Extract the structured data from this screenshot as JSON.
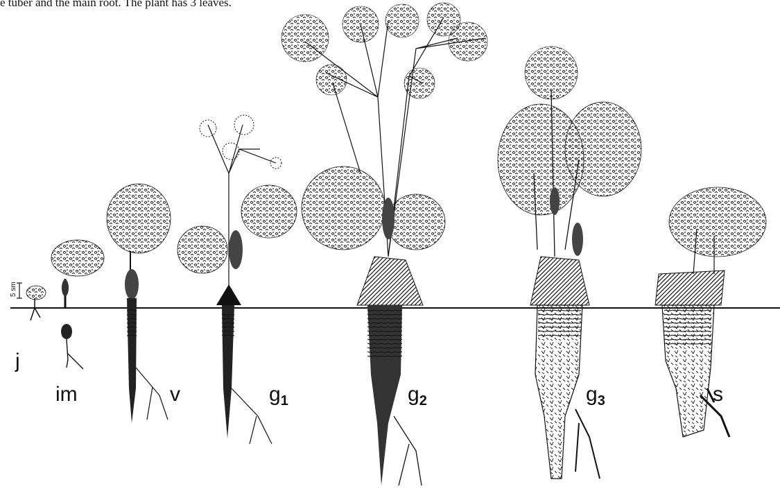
{
  "caption": "e tuber and the main root. The plant has 3 leaves.",
  "scale_bar_label": "5 sm",
  "stages": [
    {
      "id": "j",
      "label": "j",
      "sub": ""
    },
    {
      "id": "im",
      "label": "im",
      "sub": ""
    },
    {
      "id": "v",
      "label": "v",
      "sub": ""
    },
    {
      "id": "g1",
      "label": "g",
      "sub": "1"
    },
    {
      "id": "g2",
      "label": "g",
      "sub": "2"
    },
    {
      "id": "g3",
      "label": "g",
      "sub": "3"
    },
    {
      "id": "s",
      "label": "s",
      "sub": ""
    }
  ],
  "colors": {
    "ink": "#111111",
    "background": "#ffffff"
  }
}
